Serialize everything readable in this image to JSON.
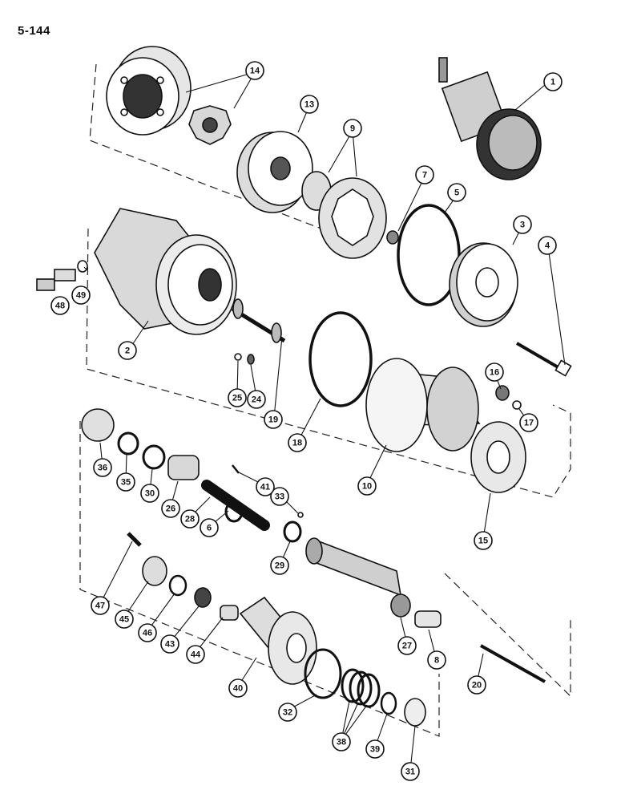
{
  "page": {
    "number": "5-144"
  },
  "callouts": [
    {
      "label": "1"
    },
    {
      "label": "2"
    },
    {
      "label": "3"
    },
    {
      "label": "4"
    },
    {
      "label": "5"
    },
    {
      "label": "6"
    },
    {
      "label": "7"
    },
    {
      "label": "8"
    },
    {
      "label": "9"
    },
    {
      "label": "10"
    },
    {
      "label": "13"
    },
    {
      "label": "14"
    },
    {
      "label": "15"
    },
    {
      "label": "16"
    },
    {
      "label": "17"
    },
    {
      "label": "18"
    },
    {
      "label": "19"
    },
    {
      "label": "20"
    },
    {
      "label": "24"
    },
    {
      "label": "25"
    },
    {
      "label": "26"
    },
    {
      "label": "27"
    },
    {
      "label": "28"
    },
    {
      "label": "29"
    },
    {
      "label": "30"
    },
    {
      "label": "31"
    },
    {
      "label": "32"
    },
    {
      "label": "33"
    },
    {
      "label": "35"
    },
    {
      "label": "36"
    },
    {
      "label": "38"
    },
    {
      "label": "39"
    },
    {
      "label": "40"
    },
    {
      "label": "41"
    },
    {
      "label": "43"
    },
    {
      "label": "44"
    },
    {
      "label": "45"
    },
    {
      "label": "46"
    },
    {
      "label": "47"
    },
    {
      "label": "48"
    },
    {
      "label": "49"
    }
  ]
}
